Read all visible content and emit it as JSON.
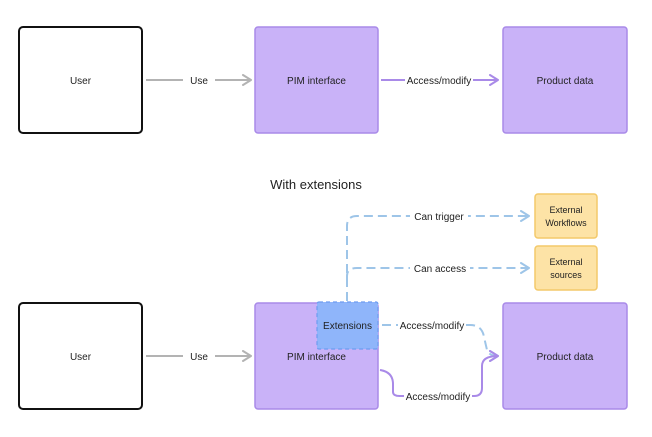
{
  "top": {
    "user_label": "User",
    "use_label": "Use",
    "pim_label": "PIM interface",
    "access_label": "Access/modify",
    "product_label": "Product data"
  },
  "section_title": "With extensions",
  "bottom": {
    "user_label": "User",
    "use_label": "Use",
    "pim_label": "PIM interface",
    "extensions_label": "Extensions",
    "ext_access_label": "Access/modify",
    "pim_access_label": "Access/modify",
    "product_label": "Product data",
    "can_trigger_label": "Can trigger",
    "can_access_label": "Can access",
    "workflows_label_1": "External",
    "workflows_label_2": "Workflows",
    "sources_label_1": "External",
    "sources_label_2": "sources"
  },
  "colors": {
    "user_fill": "#ffffff",
    "user_stroke": "#111111",
    "pim_fill": "#c9b2f8",
    "pim_stroke": "#a98ae8",
    "extensions_fill": "#8fb5fa",
    "extensions_stroke": "#6d9cf0",
    "external_fill": "#fde3a6",
    "external_stroke": "#f3c96a",
    "gray_arrow": "#b3b3b3",
    "purple_arrow": "#a98ae8",
    "blue_dashed": "#9ec5e8"
  }
}
